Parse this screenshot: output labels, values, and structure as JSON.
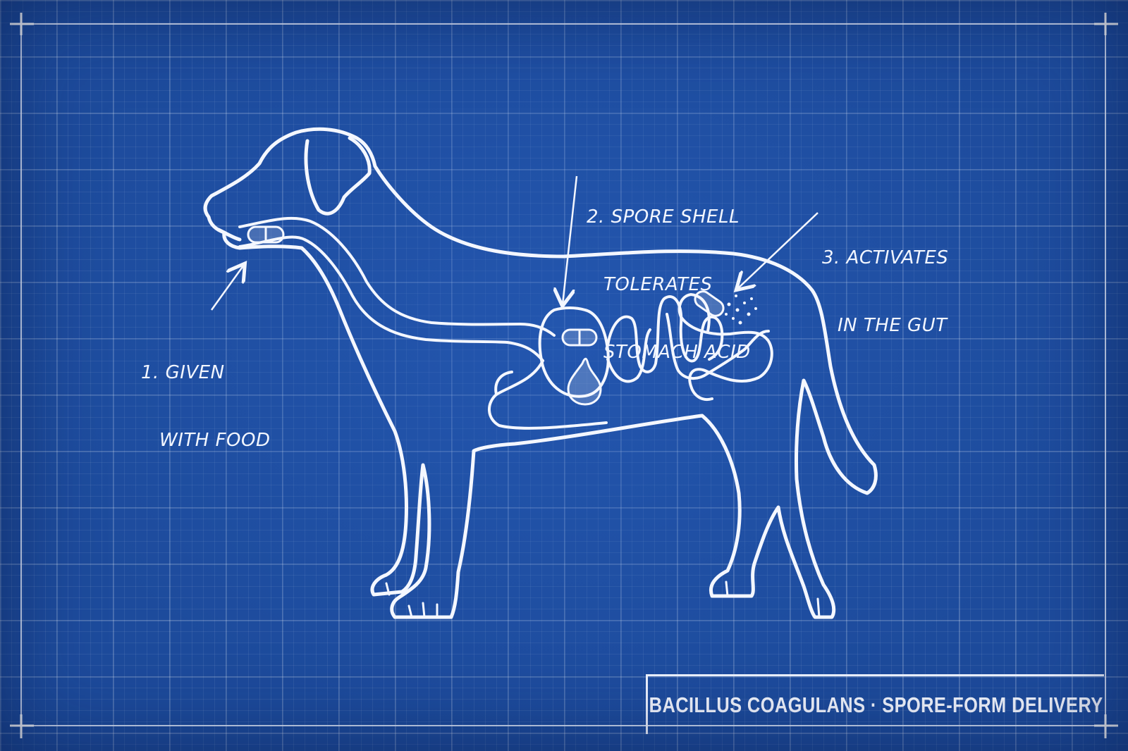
{
  "labels": {
    "step1": {
      "line1": "1. GIVEN",
      "line2": "WITH FOOD"
    },
    "step2": {
      "line1": "2. SPORE SHELL",
      "line2": "TOLERATES",
      "line3": "STOMACH ACID"
    },
    "step3": {
      "line1": "3. ACTIVATES",
      "line2": "IN THE GUT"
    }
  },
  "title": "BACILLUS COAGULANS · SPORE-FORM DELIVERY",
  "colors": {
    "background": "#1d4b9c",
    "lines": "#f2f6ff"
  },
  "icons": [
    "dog-outline",
    "capsule-icon",
    "acid-drop-icon",
    "spore-dots",
    "corner-crosshair"
  ]
}
